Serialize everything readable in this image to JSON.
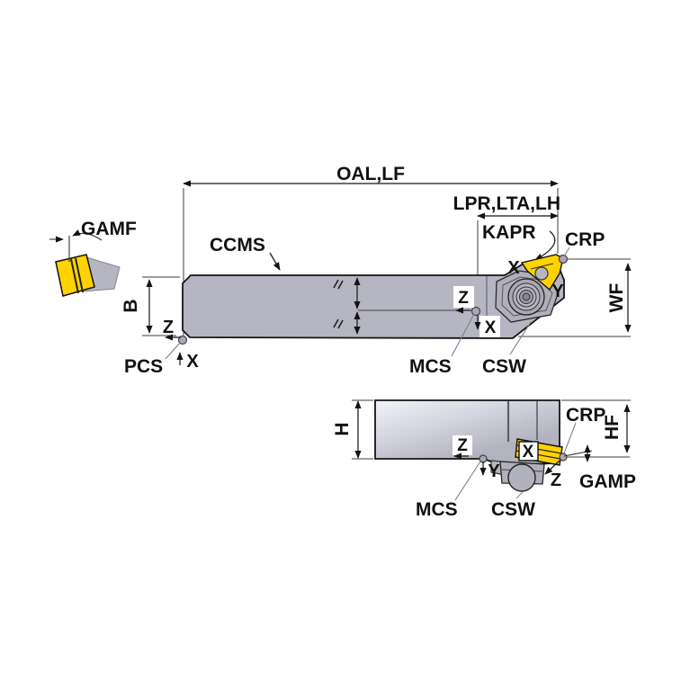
{
  "background": "#FFFFFF",
  "colors": {
    "insert_yellow": "#FFD200",
    "holder_gray": "#B6B6C2",
    "holder_gray_dark": "#A9A9B5",
    "holder_gray_light": "#F0F0F6",
    "outline": "#141414",
    "point_dot": "#A9A9B5"
  },
  "detail_view": {
    "label_gamf": "GAMF"
  },
  "top_view": {
    "label_oal": "OAL,LF",
    "label_lpr": "LPR,LTA,LH",
    "label_kapr": "KAPR",
    "label_crp": "CRP",
    "label_ccms": "CCMS",
    "label_b": "B",
    "label_wf": "WF",
    "label_pcs": "PCS",
    "label_mcs": "MCS",
    "label_csw": "CSW"
  },
  "side_view": {
    "label_h": "H",
    "label_hf": "HF",
    "label_crp": "CRP",
    "label_gamp": "GAMP",
    "label_mcs": "MCS",
    "label_csw": "CSW"
  },
  "axis": {
    "x": "X",
    "y": "Y",
    "z": "Z"
  }
}
